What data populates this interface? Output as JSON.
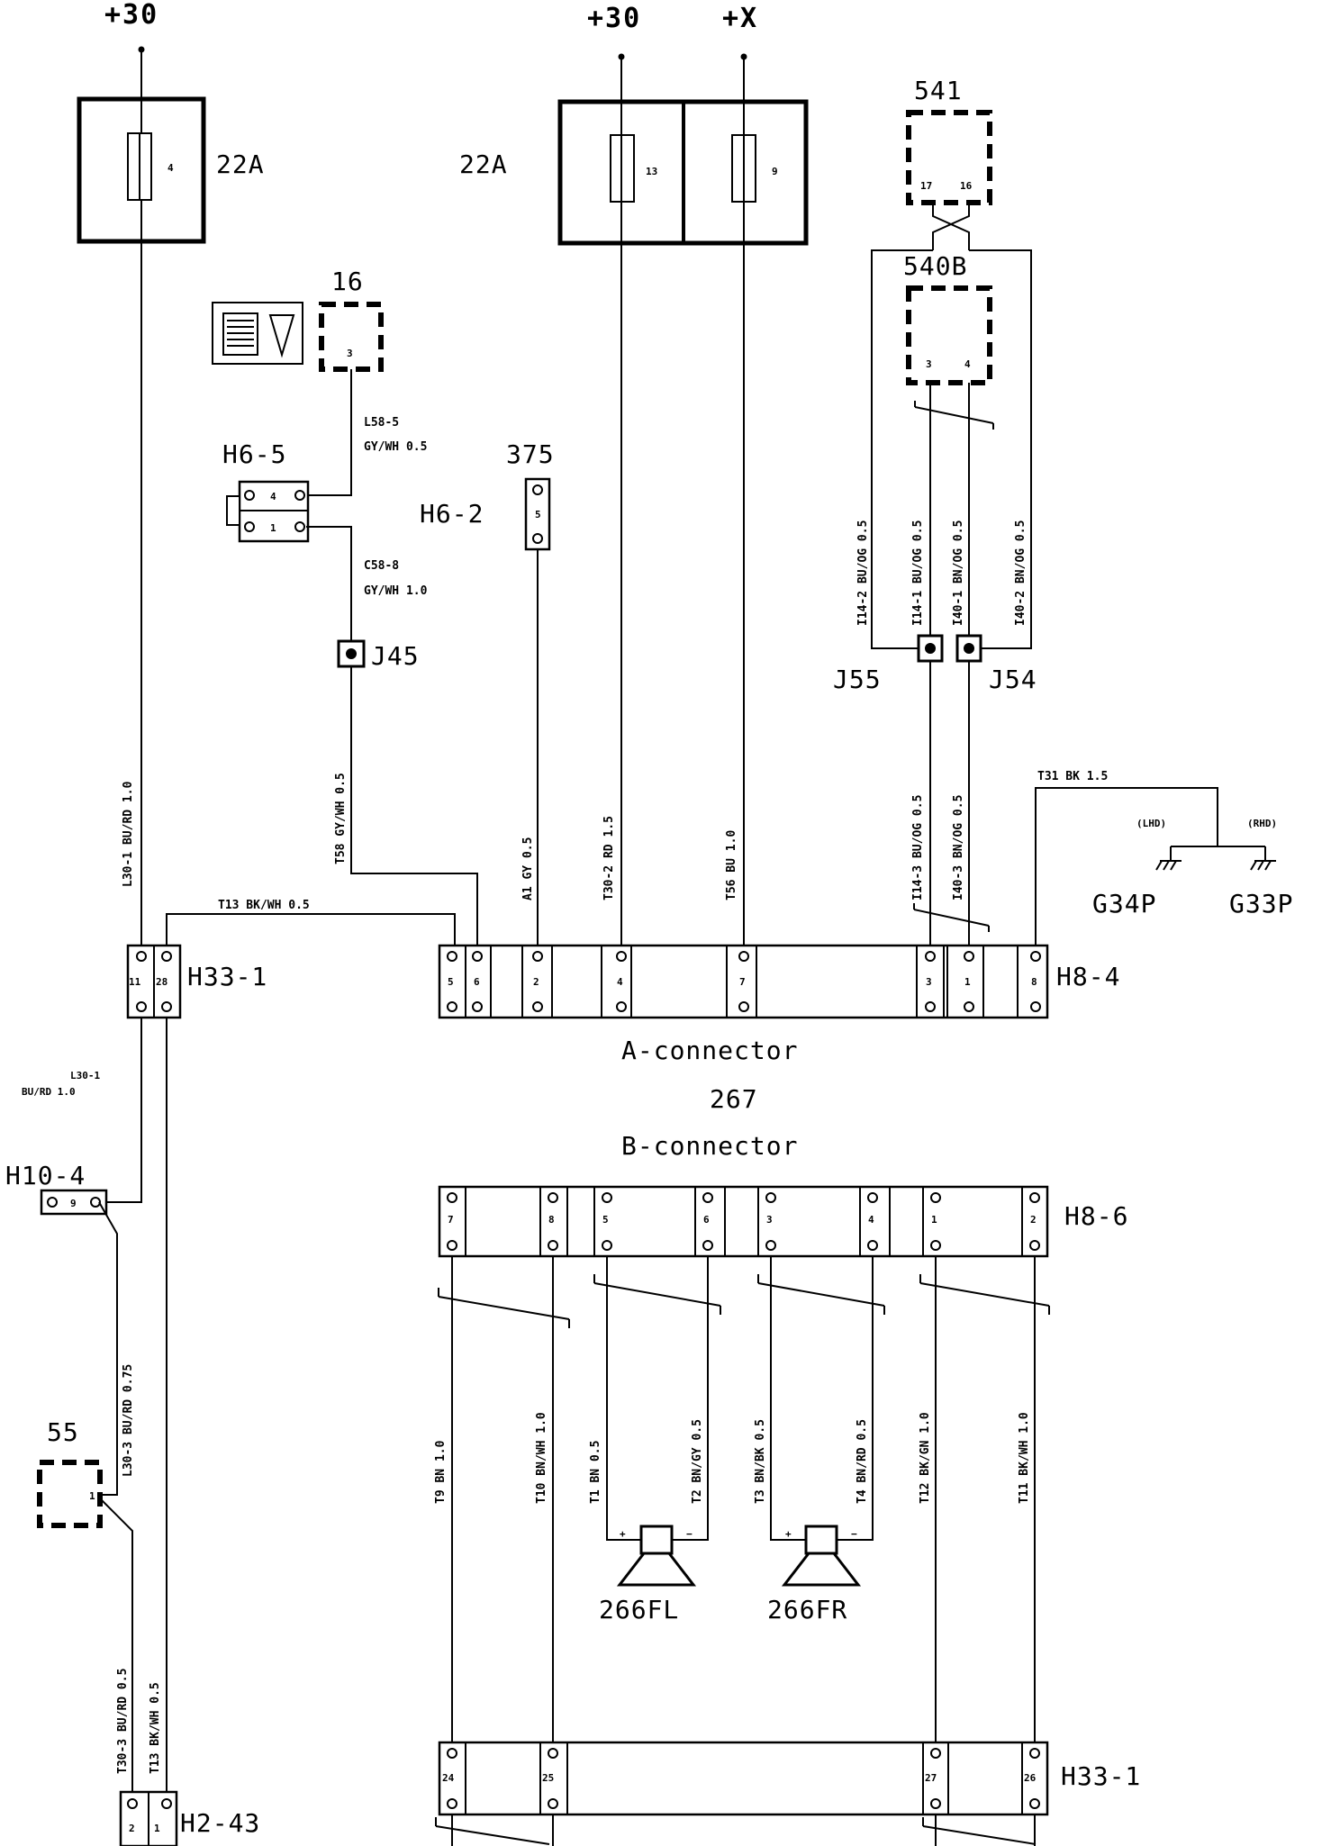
{
  "supply": {
    "plus30_left": "+30",
    "plus30_mid": "+30",
    "plusx": "+X"
  },
  "components": {
    "fuse_22a_left": {
      "name": "22A",
      "fuse": "4"
    },
    "fuse_22a_mid": {
      "name": "22A",
      "fuse_a": "13",
      "fuse_b": "9"
    },
    "c541": {
      "name": "541",
      "pin_a": "17",
      "pin_b": "16"
    },
    "c540b": {
      "name": "540B",
      "pin_a": "3",
      "pin_b": "4"
    },
    "c16": {
      "name": "16",
      "pin": "3"
    },
    "c375": {
      "name": "375"
    },
    "c55": {
      "name": "55",
      "pin": "1"
    },
    "speaker_left": {
      "name": "266FL",
      "plus": "+",
      "minus": "−"
    },
    "speaker_right": {
      "name": "266FR",
      "plus": "+",
      "minus": "−"
    }
  },
  "connectors": {
    "h6_5": {
      "name": "H6-5",
      "pins": [
        "4",
        "1"
      ]
    },
    "h6_2": {
      "name": "H6-2",
      "pin": "5"
    },
    "j45": {
      "name": "J45"
    },
    "j55": {
      "name": "J55"
    },
    "j54": {
      "name": "J54"
    },
    "h33_1_top": {
      "name": "H33-1",
      "pins": [
        "11",
        "28"
      ]
    },
    "h8_4": {
      "name": "H8-4",
      "pins": [
        "5",
        "6",
        "2",
        "4",
        "7",
        "3",
        "1",
        "8"
      ]
    },
    "h10_4": {
      "name": "H10-4",
      "pin": "9"
    },
    "h8_6": {
      "name": "H8-6",
      "pins": [
        "7",
        "8",
        "5",
        "6",
        "3",
        "4",
        "1",
        "2"
      ]
    },
    "h33_1_bottom": {
      "name": "H33-1",
      "pins": [
        "24",
        "25",
        "27",
        "26"
      ]
    },
    "h2_43": {
      "name": "H2-43",
      "pins": [
        "2",
        "1"
      ]
    }
  },
  "unit": {
    "a_connector": "A-connector",
    "number": "267",
    "b_connector": "B-connector"
  },
  "grounds": {
    "g34p": "G34P",
    "g33p": "G33P",
    "lhd": "(LHD)",
    "rhd": "(RHD)"
  },
  "wires": {
    "l58_5": "L58-5",
    "l58_5_spec": "GY/WH 0.5",
    "c58_8": "C58-8",
    "c58_8_spec": "GY/WH 1.0",
    "t58": "T58 GY/WH 0.5",
    "l30_1": "L30-1 BU/RD 1.0",
    "l30_1_a": "L30-1",
    "l30_1_b": "BU/RD 1.0",
    "t13_top": "T13 BK/WH 0.5",
    "a1": "A1 GY 0.5",
    "t30_2": "T30-2 RD 1.5",
    "t56": "T56 BU 1.0",
    "i14_2": "I14-2 BU/OG 0.5",
    "i14_1": "I14-1 BU/OG 0.5",
    "i40_1": "I40-1 BN/OG 0.5",
    "i40_2": "I40-2 BN/OG 0.5",
    "i14_3": "I14-3 BU/OG 0.5",
    "i40_3": "I40-3 BN/OG 0.5",
    "t31": "T31 BK 1.5",
    "l30_3": "L30-3 BU/RD 0.75",
    "t30_3": "T30-3 BU/RD 0.5",
    "t13_low": "T13 BK/WH 0.5",
    "t9": "T9 BN 1.0",
    "t10": "T10 BN/WH 1.0",
    "t1": "T1 BN 0.5",
    "t2": "T2 BN/GY 0.5",
    "t3": "T3 BN/BK 0.5",
    "t4": "T4 BN/RD 0.5",
    "t12": "T12 BK/GN 1.0",
    "t11": "T11 BK/WH 1.0"
  }
}
